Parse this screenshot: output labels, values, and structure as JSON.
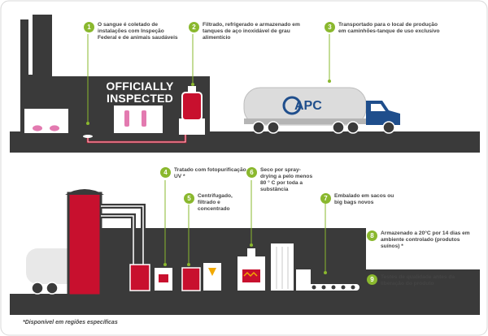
{
  "sign": {
    "line1": "OFFICIALLY",
    "line2": "INSPECTED"
  },
  "truck_logo": "APC",
  "steps": [
    {
      "num": "1",
      "text": "O sangue é coletado de instalações com Inspeção Federal e de animais saudáveis"
    },
    {
      "num": "2",
      "text": "Filtrado, refrigerado e armazenado em tanques de aço inoxidável de grau alimentício"
    },
    {
      "num": "3",
      "text": "Transportado para o local de produção em caminhões-tanque de uso exclusivo"
    },
    {
      "num": "4",
      "text": "Tratado com fotopurificação UV *"
    },
    {
      "num": "5",
      "text": "Centrifugado, filtrado e concentrado"
    },
    {
      "num": "6",
      "text": "Seco por spray-drying a pelo menos 80 ° C por toda a substância"
    },
    {
      "num": "7",
      "text": "Embalado em sacos ou big bags novos"
    },
    {
      "num": "8",
      "text": "Armazenado a 20°C por 14 dias em ambiente controlado (produtos suínos) *"
    },
    {
      "num": "9",
      "text": "Testes de qualidade antes da liberação do produto"
    }
  ],
  "footnote": "*Disponível em regiões específicas",
  "colors": {
    "dark": "#3a3a3a",
    "red": "#c8102e",
    "green": "#8ab82e",
    "pink": "#e37ab0",
    "truck_blue": "#1f4e8c"
  }
}
